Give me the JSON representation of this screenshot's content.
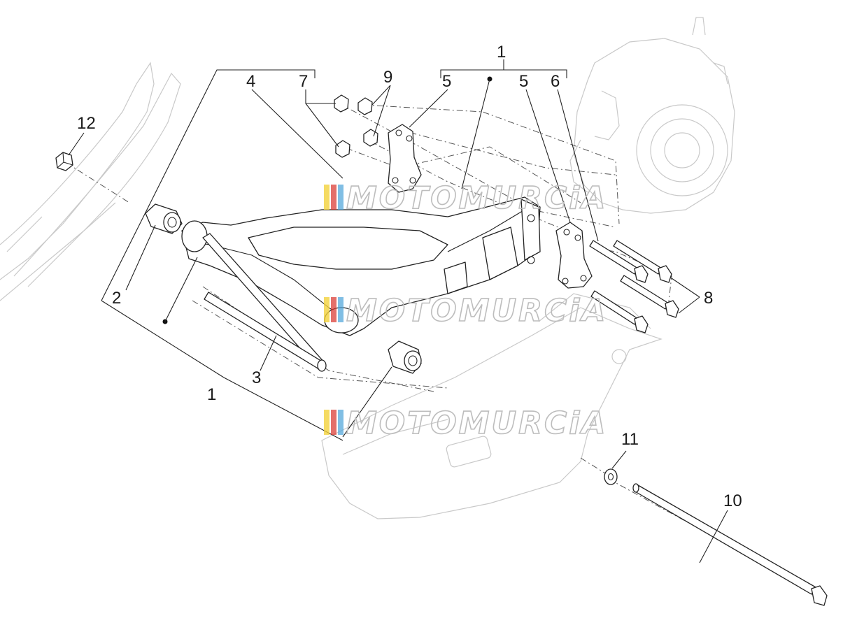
{
  "labels": {
    "l1_top": "1",
    "l1_bottom": "1",
    "l2": "2",
    "l3": "3",
    "l4": "4",
    "l5_left": "5",
    "l5_right": "5",
    "l6": "6",
    "l7": "7",
    "l8": "8",
    "l9": "9",
    "l10": "10",
    "l11": "11",
    "l12": "12"
  },
  "watermark": {
    "text": "MOTOMURCiA",
    "colors": [
      "#f2d23c",
      "#d9322b",
      "#4aa3d8"
    ]
  }
}
